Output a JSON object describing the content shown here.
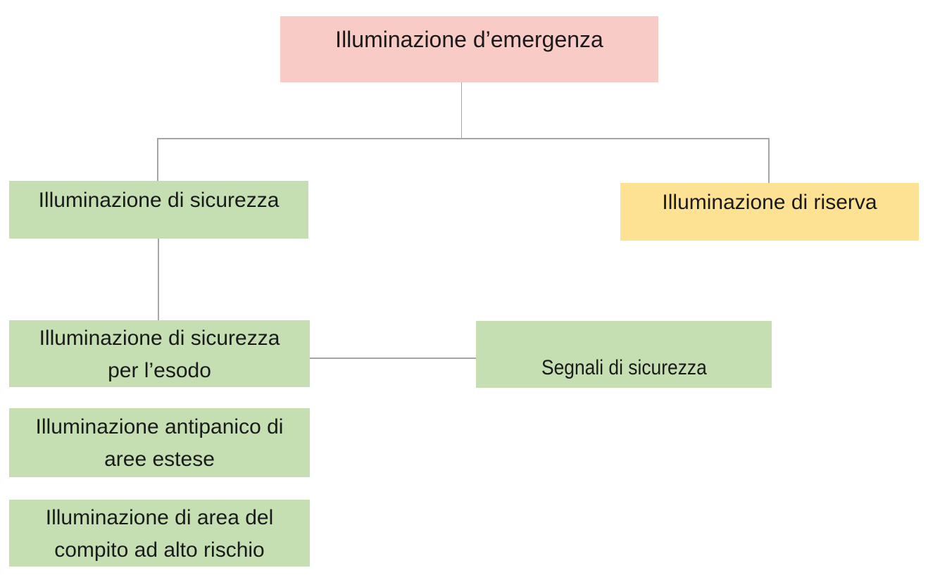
{
  "diagram": {
    "title": "Illuminazione d’emergenza",
    "type": "hierarchy-flowchart",
    "colors": {
      "root_fill": "#F8CBC7",
      "green_fill": "#C5DFB3",
      "yellow_fill": "#FDE293",
      "connector": "#A6A6A6",
      "text": "#1A1A1A",
      "background": "#FFFFFF"
    },
    "nodes": [
      {
        "id": "root",
        "label": "Illuminazione d’emergenza",
        "fill": "#F8CBC7",
        "level": 1,
        "parent": null
      },
      {
        "id": "sicurezza",
        "label": "Illuminazione di sicurezza",
        "fill": "#C5DFB3",
        "level": 2,
        "parent": "root"
      },
      {
        "id": "riserva",
        "label": "Illuminazione di riserva",
        "fill": "#FDE293",
        "level": 2,
        "parent": "root"
      },
      {
        "id": "esodo",
        "label": "Illuminazione di sicurezza\nper l’esodo",
        "fill": "#C5DFB3",
        "level": 3,
        "parent": "sicurezza"
      },
      {
        "id": "segnali",
        "label": "Segnali di sicurezza",
        "fill": "#C5DFB3",
        "level": 3,
        "parent": "sicurezza"
      },
      {
        "id": "antipanico",
        "label": "Illuminazione antipanico di\naree estese",
        "fill": "#C5DFB3",
        "level": 3,
        "parent": "sicurezza"
      },
      {
        "id": "rischio",
        "label": "Illuminazione di area del\ncompito ad alto rischio",
        "fill": "#C5DFB3",
        "level": 3,
        "parent": "sicurezza"
      }
    ]
  }
}
